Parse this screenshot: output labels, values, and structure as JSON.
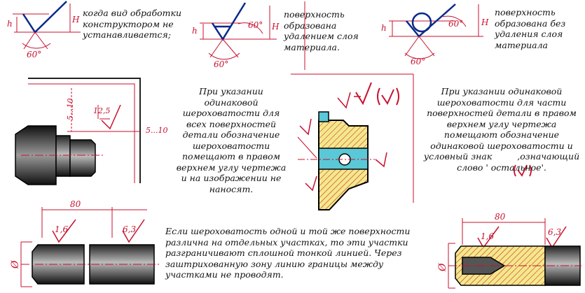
{
  "colors": {
    "red": "#c8102e",
    "black": "#111111",
    "part_fill": "#444444",
    "hatch_fill": "#f3e88a",
    "hole_fill": "#5ac8d6"
  },
  "symbols": {
    "h": "h",
    "H": "H",
    "angle60": "60°",
    "size_5_10": "5...10",
    "size_12_5": "12,5",
    "size_1_6": "1,6",
    "size_6_3": "6,3",
    "size_80": "80",
    "diameter": "Ø"
  },
  "captions": {
    "no_method": "когда вид обработки конструктором не устанавливается;",
    "removal": "поверхность образована удалением слоя материала.",
    "no_removal": "поверхность образована без удаления слоя материала",
    "same_all": "При указании одинаковой шероховатости для всех поверхностей детали обозначение шероховатости помещают в правом верхнем углу чертежа и на изображении не наносят.",
    "same_part_1": "При указании одинаковой шероховатости для части поверхностей детали в правом верхнем углу чертежа помещают обозначение одинаковой шероховатости и условный знак",
    "same_part_2": ",означающий слово ' остальное'.",
    "zones": "Если шероховатость одной и той же поверхности различна на отдельных участках, то эти участки разграничивают сплошной тонкой линией. Через заштрихованную зону линию границы между участками не проводят."
  }
}
